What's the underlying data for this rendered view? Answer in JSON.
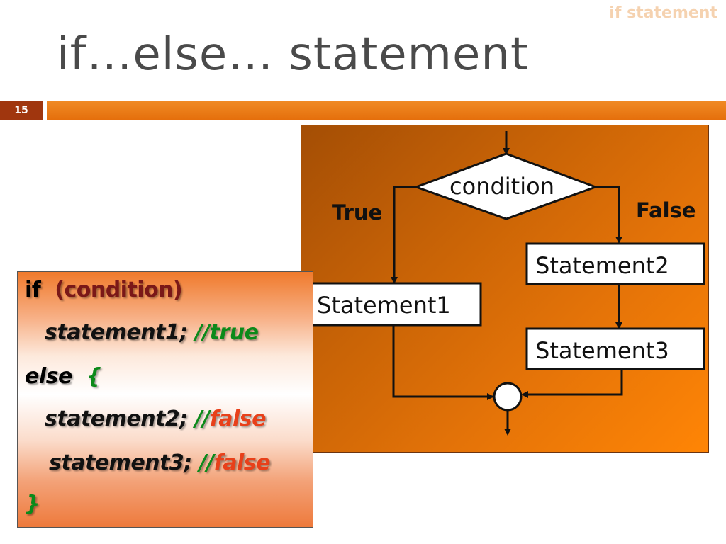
{
  "header": {
    "tag": "if statement",
    "title": "if…else… statement",
    "slide_number": "15"
  },
  "flowchart": {
    "condition_label": "condition",
    "true_label": "True",
    "false_label": "False",
    "statement1": "Statement1",
    "statement2": "Statement2",
    "statement3": "Statement3"
  },
  "code": {
    "line1_kw": "if",
    "line1_cond": "(condition)",
    "line2_stmt": "statement1;",
    "line2_cmt": "//true",
    "line3_kw": "else",
    "line3_brace": "{",
    "line4_stmt": "statement2;",
    "line4_cmt_prefix": "//",
    "line4_cmt": "false",
    "line5_stmt": "statement3;",
    "line5_cmt_prefix": "//",
    "line5_cmt": "false",
    "line6_brace": "}"
  },
  "colors": {
    "accent": "#e56f0c",
    "slide_number_bg": "#a0360e",
    "true_comment": "#0b8a1a",
    "false_comment": "#e8401a"
  }
}
